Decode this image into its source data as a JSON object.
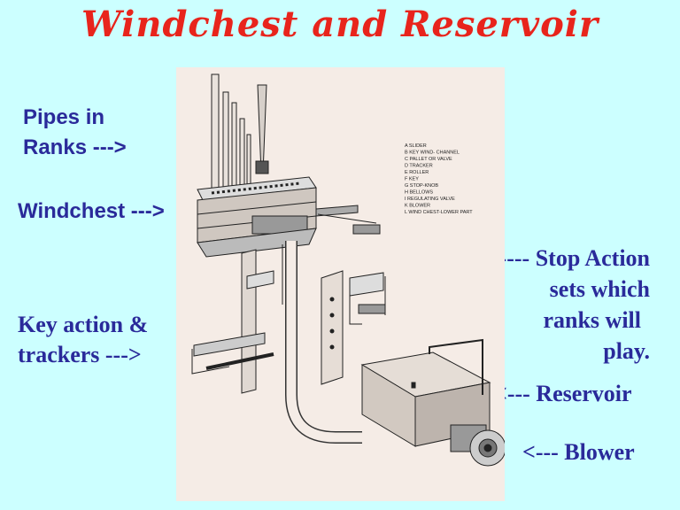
{
  "title": "Windchest and Reservoir",
  "labels": {
    "pipes_line1": "Pipes in",
    "pipes_line2": "Ranks --->",
    "windchest": "Windchest --->",
    "key_line1": "Key action &",
    "key_line2": "trackers --->",
    "stop_line1": "<---------- Stop Action",
    "stop_line2": "sets which",
    "stop_line3": "ranks will",
    "stop_line4": "play.",
    "reservoir": "<--- Reservoir",
    "blower": "<--- Blower"
  },
  "legend": [
    "A  SLIDER",
    "B  KEY WIND- CHANNEL",
    "C  PALLET OR VALVE",
    "D  TRACKER",
    "E  ROLLER",
    "F  KEY",
    "G  STOP-KNOB",
    "H  BELLOWS",
    "I  REGULATING VALVE",
    "K  BLOWER",
    "L  WIND CHEST-LOWER PART"
  ],
  "colors": {
    "background": "#ccffff",
    "title": "#e8241c",
    "label": "#2a2a9a",
    "drawing_paper": "#f5ece6"
  }
}
